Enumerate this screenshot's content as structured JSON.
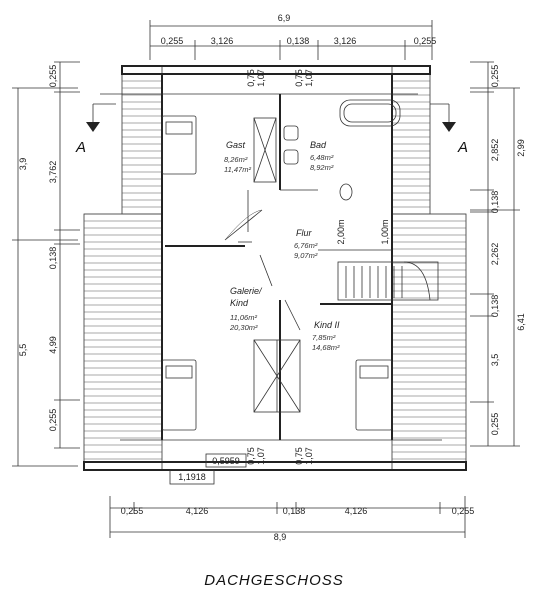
{
  "title": "DACHGESCHOSS",
  "section_markers": {
    "left": "A",
    "right": "A"
  },
  "dimensions_top": {
    "overall": "6,9",
    "segments": [
      "0,255",
      "3,126",
      "0,138",
      "3,126",
      "0,255"
    ]
  },
  "dimensions_bottom": {
    "overall": "8,9",
    "segments": [
      "0,255",
      "4,126",
      "0,138",
      "4,126",
      "0,255"
    ]
  },
  "dimensions_left": {
    "outer": [
      "3,9",
      "5,5"
    ],
    "inner": [
      "0,255",
      "3,762",
      "0,138",
      "4,99",
      "0,255"
    ]
  },
  "dimensions_right": {
    "outer": [
      "2,99",
      "6,41"
    ],
    "inner": [
      "0,255",
      "2,852",
      "0,138",
      "2,262",
      "0,138",
      "3,5",
      "0,255"
    ]
  },
  "inline_dimensions": {
    "top_left": [
      "0,75",
      "1,07"
    ],
    "top_right": [
      "0,75",
      "1,07"
    ],
    "bottom_left": [
      "0,75",
      "1,07"
    ],
    "bottom_right": [
      "0,75",
      "1,07"
    ],
    "height_2m": "2,00m",
    "height_1m": "1,00m",
    "offset_a": "1,1918",
    "offset_b": "0,5959"
  },
  "rooms": [
    {
      "name": "Gast",
      "area1": "8,26m²",
      "area2": "11,47m²"
    },
    {
      "name": "Bad",
      "area1": "6,48m²",
      "area2": "8,92m²"
    },
    {
      "name": "Flur",
      "area1": "6,76m²",
      "area2": "9,07m²"
    },
    {
      "name": "Galerie/",
      "name2": "Kind",
      "area1": "11,06m²",
      "area2": "20,30m²"
    },
    {
      "name": "Kind II",
      "area1": "7,85m²",
      "area2": "14,68m²"
    }
  ]
}
